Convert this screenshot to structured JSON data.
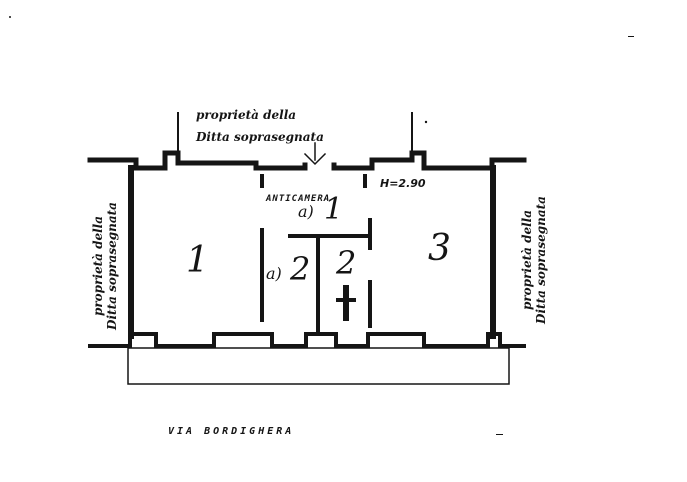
{
  "neighbor": {
    "top_line1": "proprietà della",
    "top_line2": "Ditta soprasegnata",
    "left_line1": "proprietà della",
    "left_line2": "Ditta soprasegnata",
    "right_line1": "proprietà della",
    "right_line2": "Ditta soprasegnata"
  },
  "rooms": {
    "anticamera": "ANTICAMERA",
    "r1": "1",
    "r3": "3",
    "a1_prefix": "a)",
    "a1_num": "1",
    "a2_prefix": "a)",
    "a2_num": "2",
    "r2": "2"
  },
  "height_label": "H=2.90",
  "street": "VIA BORDIGHERA",
  "colors": {
    "ink": "#151515",
    "paper": "#ffffff"
  }
}
